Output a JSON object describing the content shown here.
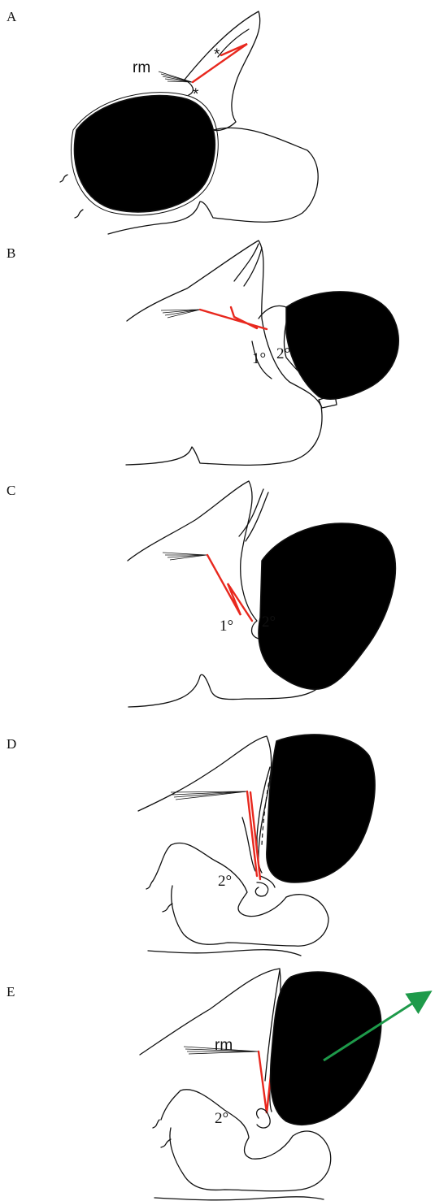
{
  "panels": [
    {
      "label": "A",
      "annotations": {
        "rm": "rm",
        "star_1": "*",
        "star_2": "*"
      }
    },
    {
      "label": "B",
      "annotations": {
        "primary": "1°",
        "secondary": "2°"
      }
    },
    {
      "label": "C",
      "annotations": {
        "primary": "1°",
        "secondary": "2°"
      }
    },
    {
      "label": "D",
      "annotations": {
        "secondary": "2°"
      }
    },
    {
      "label": "E",
      "annotations": {
        "rm": "rm",
        "secondary": "2°"
      }
    }
  ],
  "colors": {
    "fusion_line": "#e8281e",
    "direction_arrow": "#1e9a4a",
    "outline": "#111111",
    "blob": "#000000"
  },
  "icons": {
    "arrow": "direction-arrow-icon"
  }
}
